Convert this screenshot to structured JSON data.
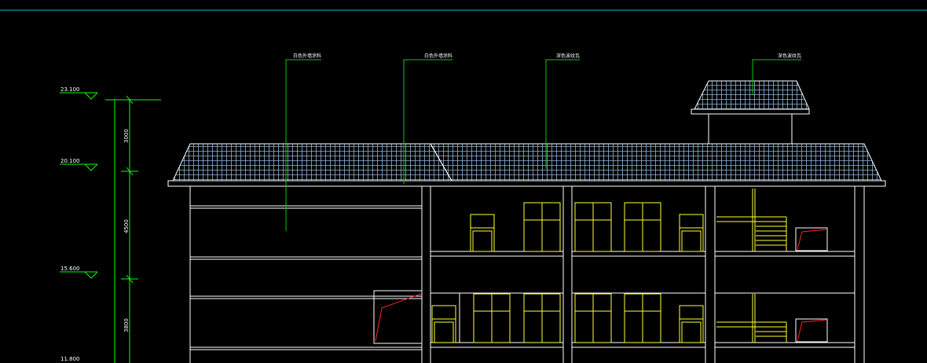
{
  "drawing": {
    "title": "",
    "elevation_levels": [
      "23.100",
      "20.100",
      "15.600",
      "11.800"
    ],
    "dimensions": [
      "3000",
      "4500",
      "3800"
    ],
    "annotations": [
      "白色外墙涂料",
      "白色外墙涂料",
      "深色波纹瓦",
      "深色波纹瓦"
    ]
  },
  "colors": {
    "background": "#000000",
    "outline": "#ffffff",
    "dimension": "#00ff00",
    "leader": "#00cc00",
    "window": "#ffff33",
    "stair": "#ffff33",
    "section_mark": "#ff2222",
    "roof_tile": "#8fb4d6",
    "top_rule": "#00c8c8"
  }
}
